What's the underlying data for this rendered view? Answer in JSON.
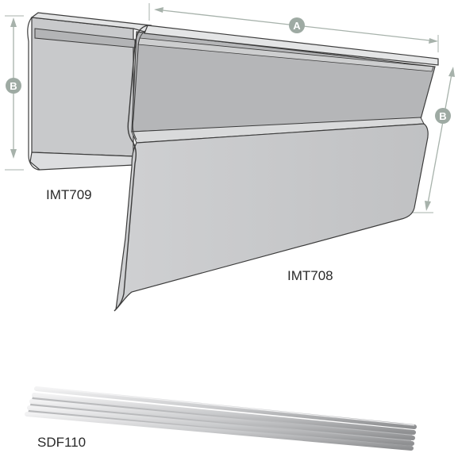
{
  "labels": {
    "imt709": "IMT709",
    "imt708": "IMT708",
    "sdf110": "SDF110"
  },
  "dimensions": {
    "length_marker": "A",
    "height_marker": "B"
  },
  "colors": {
    "profile_fill": "#c4c5c7",
    "profile_dark": "#a9aaac",
    "profile_light": "#e6e6e7",
    "outline": "#3c3c3c",
    "dimension_line": "#a7b2ab",
    "badge": "#9eaaa3",
    "label_text": "#2a2a2a"
  }
}
